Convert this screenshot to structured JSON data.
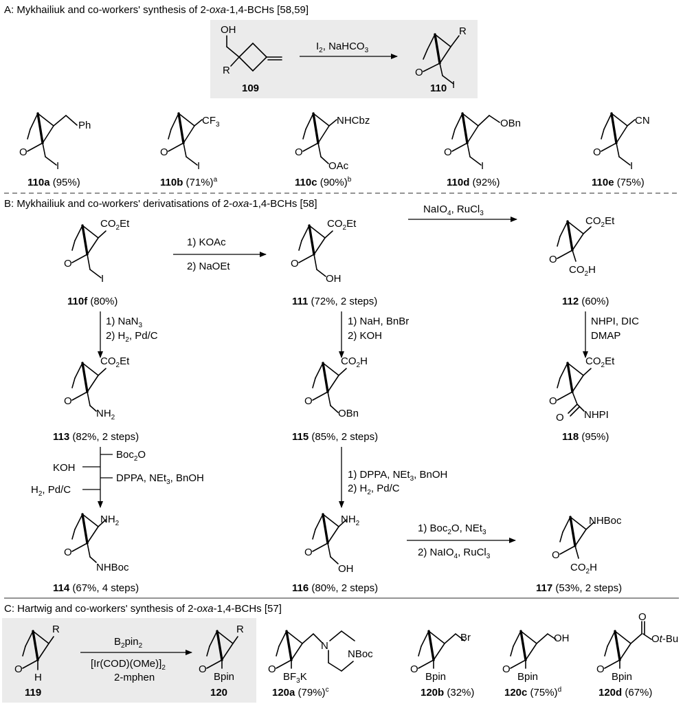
{
  "sections": {
    "A": {
      "pre": "A: Mykhailiuk and co-workers' synthesis of 2-",
      "it": "oxa",
      "post": "-1,4-BCHs [58,59]"
    },
    "B": {
      "pre": "B: Mykhailiuk and co-workers' derivatisations of 2-",
      "it": "oxa",
      "post": "-1,4-BCHs [58]"
    },
    "C": {
      "pre": "C: Hartwig and co-workers' synthesis of 2-",
      "it": "oxa",
      "post": "-1,4-BCHs [57]"
    }
  },
  "atoms": {
    "O": "O",
    "OH": "OH",
    "R": "R",
    "I": "I",
    "H": "H",
    "Ph": "Ph",
    "CF": "CF",
    "three": "3",
    "NHCbz": "NHCbz",
    "OAc": "OAc",
    "OBn": "OBn",
    "CN": "CN",
    "CO": "CO",
    "two": "2",
    "Et": "Et",
    "H_": "H",
    "NH": "NH",
    "NHBoc": "NHBoc",
    "NHPI": "NHPI",
    "Bpin": "Bpin",
    "BF": "BF",
    "K": "K",
    "NBoc": "NBoc",
    "N": "N",
    "Br": "Br",
    "Ot": "O",
    "tBu": "t",
    "Bu": "-Bu"
  },
  "reagents": {
    "A": {
      "line1a": "I",
      "line1b": "2",
      "line1c": ", NaHCO",
      "line1d": "3"
    },
    "r1": {
      "l1": "1) KOAc",
      "l2": "2) NaOEt"
    },
    "r2": {
      "l1": "NaIO",
      "l1s": "4",
      "l1b": ", RuCl",
      "l1s2": "3"
    },
    "r3": {
      "l1": "1) NaN",
      "l1s": "3",
      "l2": "2) H",
      "l2s": "2",
      "l2b": ", Pd/C"
    },
    "r4": {
      "l1": "1) NaH, BnBr",
      "l2": "2) KOH"
    },
    "r5": {
      "l1": "NHPI, DIC",
      "l2": "DMAP"
    },
    "r6": {
      "boc": "Boc",
      "bocs": "2",
      "boc2": "O",
      "koh": "KOH",
      "dppa": "DPPA, NEt",
      "dppas": "3",
      "dppa2": ", BnOH",
      "h2": "H",
      "h2s": "2",
      "h2b": ", Pd/C"
    },
    "r7": {
      "l1": "1) DPPA, NEt",
      "l1s": "3",
      "l1b": ", BnOH",
      "l2": "2) H",
      "l2s": "2",
      "l2b": ", Pd/C"
    },
    "r8": {
      "l1": "1) Boc",
      "l1s": "2",
      "l1b": "O, NEt",
      "l1s2": "3",
      "l2": "2) NaIO",
      "l2s": "4",
      "l2b": ", RuCl",
      "l2s2": "3"
    },
    "r9": {
      "l1": "B",
      "l1s": "2",
      "l1b": "pin",
      "l1s2": "2",
      "l2": "[Ir(COD)(OMe)]",
      "l2s": "2",
      "l3": "2-mphen"
    }
  },
  "labels": {
    "c109": "109",
    "c110": "110",
    "c110a": "110a",
    "y110a": " (95%)",
    "c110b": "110b",
    "y110b": " (71%)",
    "s110b": "a",
    "c110c": "110c",
    "y110c": " (90%)",
    "s110c": "b",
    "c110d": "110d",
    "y110d": " (92%)",
    "c110e": "110e",
    "y110e": " (75%)",
    "c110f": "110f",
    "y110f": " (80%)",
    "c111": "111",
    "y111": " (72%, 2 steps)",
    "c112": "112",
    "y112": " (60%)",
    "c113": "113",
    "y113": " (82%, 2 steps)",
    "c115": "115",
    "y115": " (85%, 2 steps)",
    "c118": "118",
    "y118": " (95%)",
    "c114": "114",
    "y114": " (67%, 4 steps)",
    "c116": "116",
    "y116": " (80%, 2 steps)",
    "c117": "117",
    "y117": " (53%, 2 steps)",
    "c119": "119",
    "c120": "120",
    "c120a": "120a",
    "y120a": " (79%)",
    "s120a": "c",
    "c120b": "120b",
    "y120b": " (32%)",
    "c120c": "120c",
    "y120c": " (75%)",
    "s120c": "d",
    "c120d": "120d",
    "y120d": " (67%)"
  },
  "colors": {
    "highlight_box": "#ebebeb",
    "divider": "#555555"
  }
}
